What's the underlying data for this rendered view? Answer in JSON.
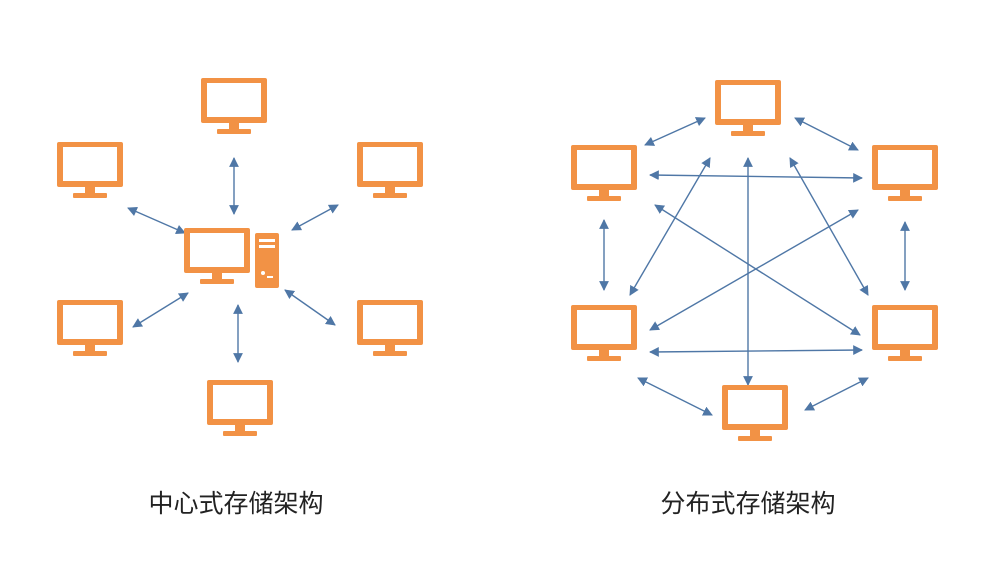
{
  "diagrams": {
    "centralized": {
      "caption": "中心式存储架构"
    },
    "distributed": {
      "caption": "分布式存储架构"
    }
  },
  "colors": {
    "node": "#f29245",
    "link": "#4f77a6",
    "background": "#ffffff",
    "text": "#222222"
  },
  "icons": {
    "node": "monitor-icon",
    "server": "server-tower-icon",
    "link": "double-arrow"
  }
}
